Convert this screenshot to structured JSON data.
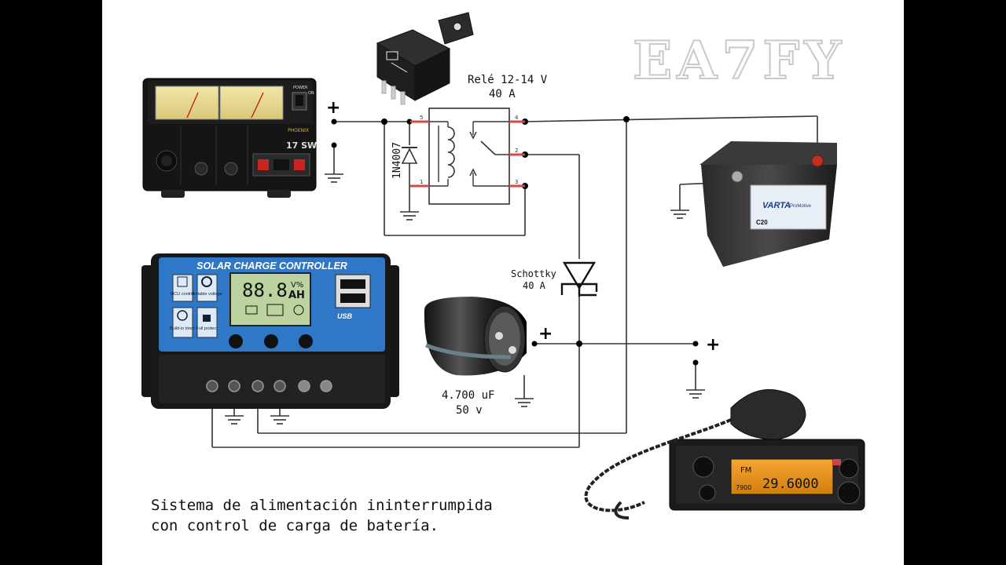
{
  "watermark": "EA7FY",
  "relay": {
    "label_line1": "Relé 12-14 V",
    "label_line2": "40 A",
    "pin5": "5",
    "pin1": "1",
    "pin4": "4",
    "pin2": "2",
    "pin3": "3"
  },
  "diode_1n4007": "1N4007",
  "schottky": {
    "line1": "Schottky",
    "line2": "40 A"
  },
  "capacitor": {
    "line1": "4.700 uF",
    "line2": "50 v"
  },
  "plus": "+",
  "psu": {
    "brand": "PHOENIX",
    "model": "17 SW",
    "power": "POWER",
    "on": "ON"
  },
  "controller": {
    "title": "SOLAR CHARGE CONTROLLER",
    "lcd_value": "88.8",
    "lcd_unit_top": "V%",
    "lcd_unit_bottom": "AH",
    "features": [
      "MCU control",
      "Settable voltage",
      "Build-in timer",
      "Full protect"
    ],
    "usb": "USB"
  },
  "battery": {
    "brand": "VARTA",
    "sub": "ProMotive",
    "model": "C20"
  },
  "radio": {
    "mode": "FM",
    "freq": "29.6000",
    "channel": "7900"
  },
  "caption": {
    "line1": "Sistema de alimentación ininterrumpida",
    "line2": "con control de carga de batería."
  }
}
